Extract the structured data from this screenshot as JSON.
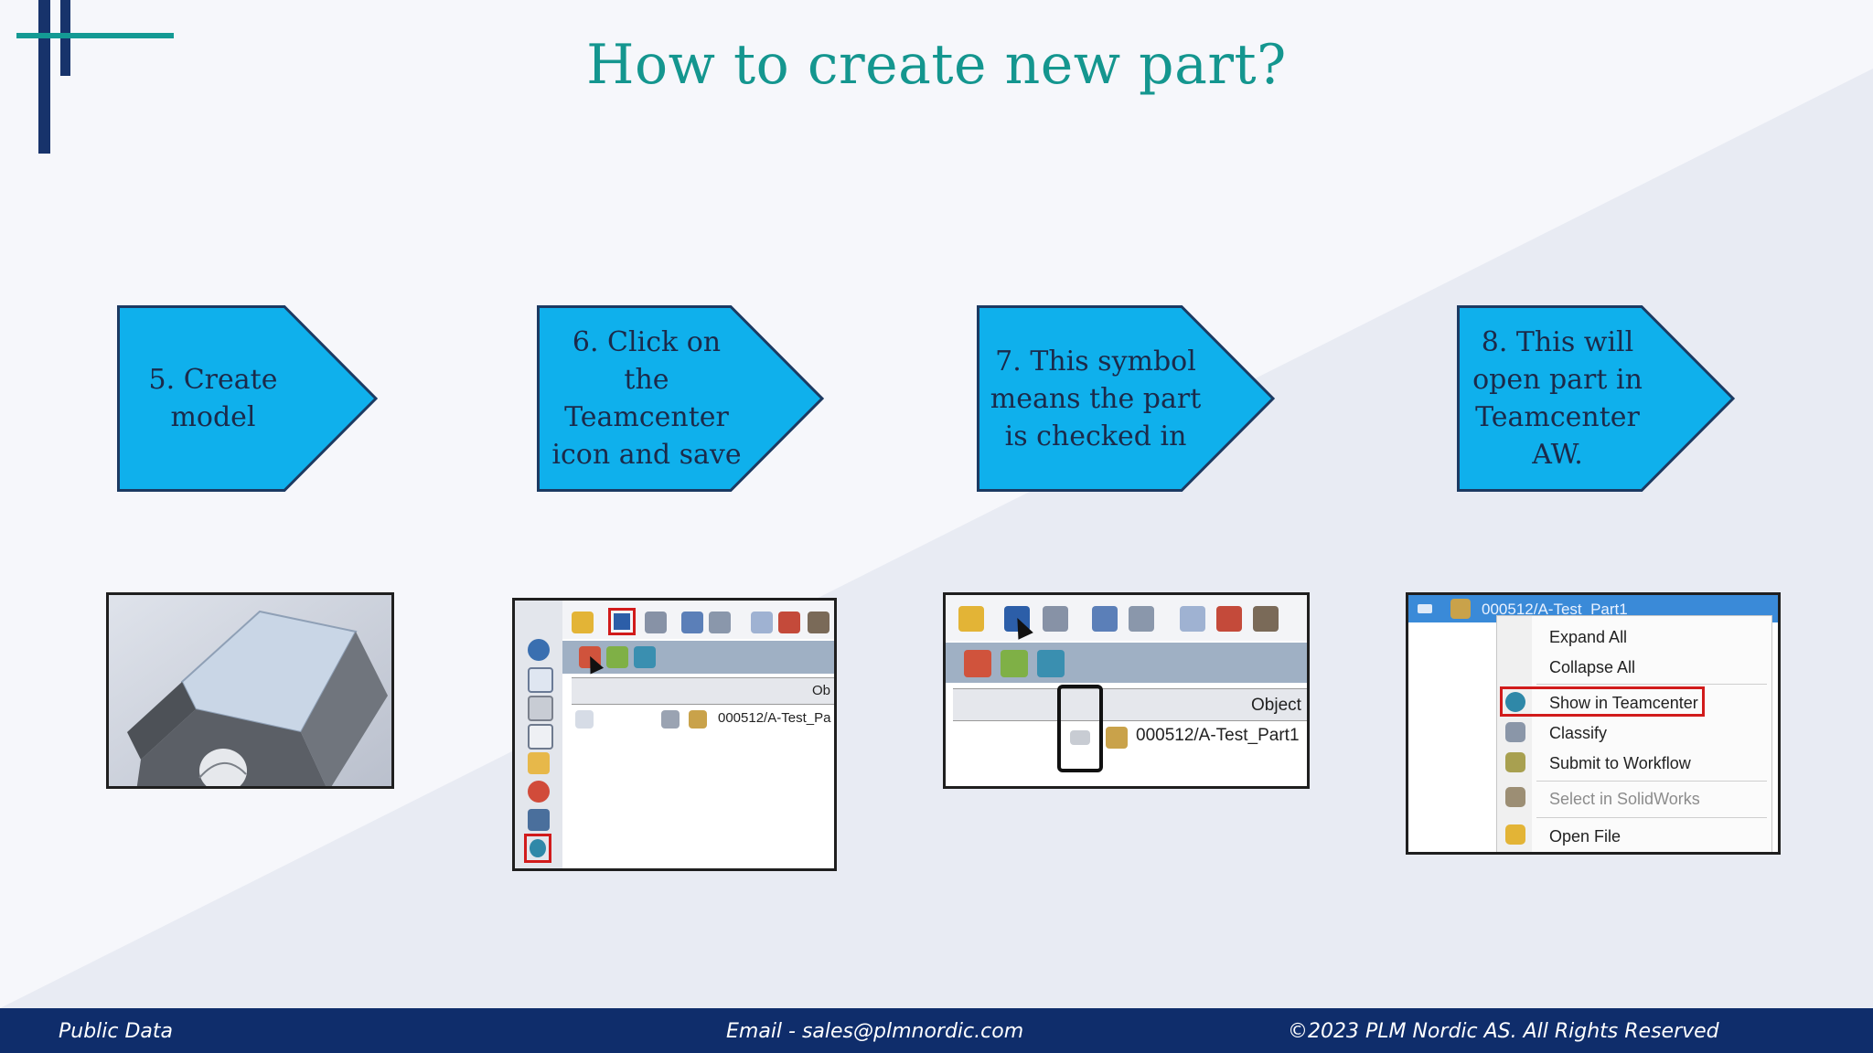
{
  "title": "How to create new part?",
  "steps": [
    {
      "label": "5. Create model"
    },
    {
      "label": "6. Click on the Teamcenter icon and save"
    },
    {
      "label": "7. This symbol means the part is checked in"
    },
    {
      "label": "8. This will open part in Teamcenter AW."
    }
  ],
  "shot2": {
    "column_header": "Ob",
    "item": "000512/A-Test_Pa"
  },
  "shot3": {
    "column_header": "Object",
    "item": "000512/A-Test_Part1"
  },
  "shot4": {
    "header_item": "000512/A-Test_Part1",
    "menu": [
      {
        "label": "Expand All",
        "icon": ""
      },
      {
        "label": "Collapse All",
        "icon": ""
      },
      {
        "label": "Show in Teamcenter",
        "icon": "teamcenter-icon"
      },
      {
        "label": "Classify",
        "icon": "classify-icon"
      },
      {
        "label": "Submit to Workflow",
        "icon": "workflow-icon"
      },
      {
        "label": "Select in SolidWorks",
        "icon": "solidworks-icon"
      },
      {
        "label": "Open File",
        "icon": "open-file-icon"
      }
    ]
  },
  "footer": {
    "left": "Public Data",
    "center": "Email - sales@plmnordic.com",
    "right": "©2023 PLM Nordic AS. All Rights Reserved"
  },
  "colors": {
    "title": "#14968f",
    "arrow_fill": "#0fb0ec",
    "arrow_stroke": "#1c3a62",
    "footer_bg": "#0f2d6b",
    "deco_navy": "#17336b",
    "deco_teal": "#149a94",
    "highlight": "#d11b1b"
  }
}
